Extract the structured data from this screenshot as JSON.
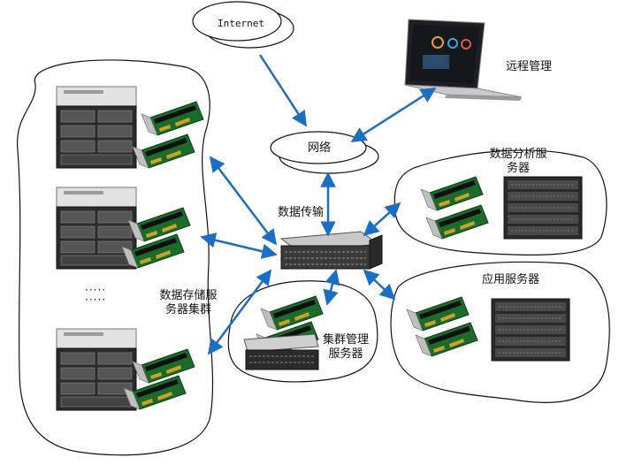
{
  "nodes": {
    "internet": "Internet",
    "network": "网络",
    "remote_management": "远程管理",
    "switch_label": "数据传输",
    "analysis_server": [
      "数据分析服",
      "务器"
    ],
    "app_server": "应用服务器",
    "cluster_mgmt": [
      "集群管理",
      "服务器"
    ],
    "storage_cluster": [
      "数据存储服",
      "务器集群"
    ],
    "ellipsis_rows": [
      "·····",
      "·····"
    ]
  },
  "colors": {
    "arrow": "#1a6fc4",
    "outline": "#111111",
    "nic_board": "#1b6b2a",
    "server_dark": "#2b2b2b",
    "server_light": "#d9d9d9"
  }
}
